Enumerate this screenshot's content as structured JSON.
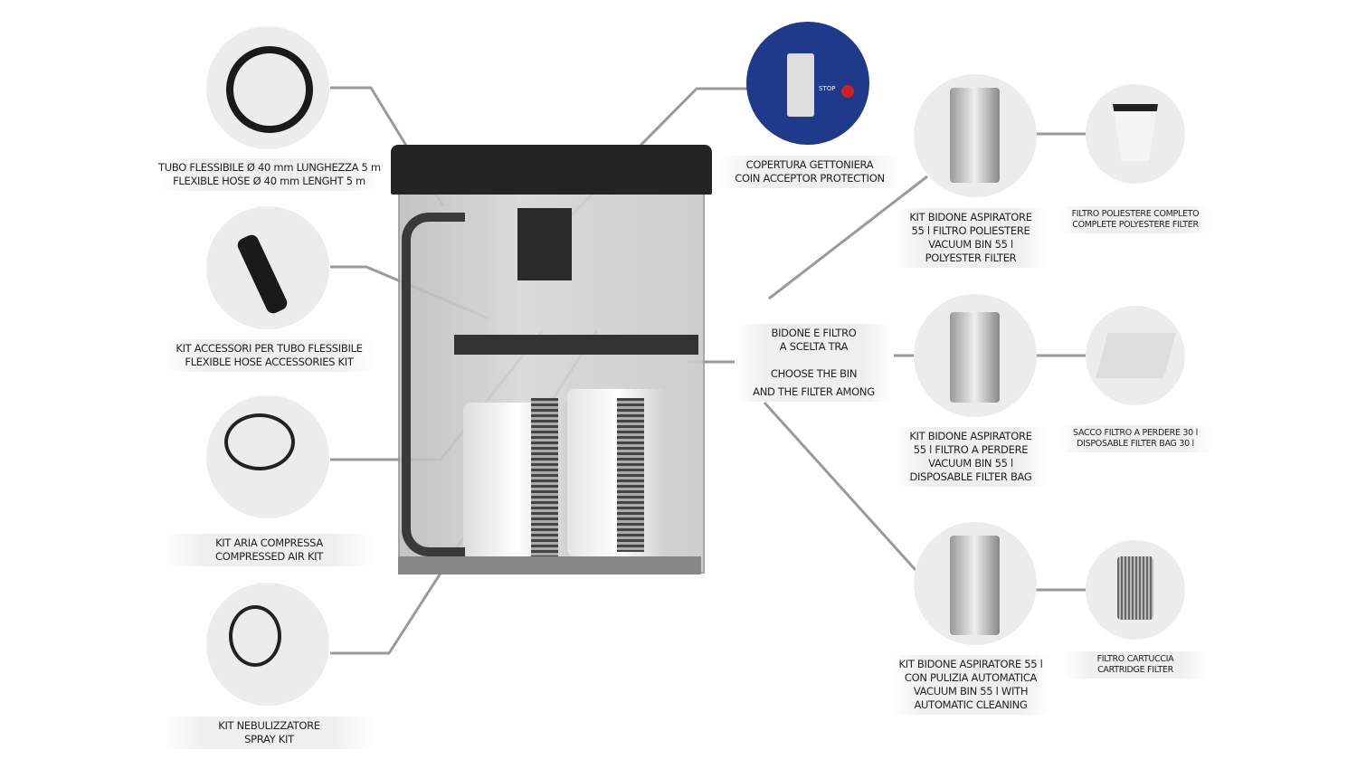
{
  "left_items": [
    {
      "line1": "TUBO FLESSIBILE Ø 40 mm LUNGHEZZA 5 m",
      "line2": "FLEXIBLE HOSE Ø 40 mm LENGHT 5 m"
    },
    {
      "line1": "KIT ACCESSORI PER TUBO FLESSIBILE",
      "line2": "FLEXIBLE HOSE ACCESSORIES KIT"
    },
    {
      "line1": "KIT ARIA COMPRESSA",
      "line2": "COMPRESSED AIR KIT"
    },
    {
      "line1": "KIT NEBULIZZATORE",
      "line2": "SPRAY KIT"
    }
  ],
  "coin": {
    "line1": "COPERTURA GETTONIERA",
    "line2": "COIN ACCEPTOR PROTECTION",
    "stop_text": "STOP"
  },
  "choose": {
    "line1": "BIDONE E FILTRO",
    "line2": "A SCELTA TRA",
    "line3": "CHOOSE THE BIN",
    "line4": "AND THE FILTER AMONG"
  },
  "bins": [
    {
      "lines": [
        "KIT BIDONE ASPIRATORE",
        "55 l FILTRO POLIESTERE",
        "VACUUM BIN 55 l",
        "POLYESTER FILTER"
      ]
    },
    {
      "lines": [
        "KIT BIDONE ASPIRATORE",
        "55 l FILTRO A PERDERE",
        "VACUUM BIN 55 l",
        "DISPOSABLE FILTER BAG"
      ]
    },
    {
      "lines": [
        "KIT BIDONE ASPIRATORE 55 l",
        "CON PULIZIA AUTOMATICA",
        "VACUUM BIN 55 l WITH",
        "AUTOMATIC CLEANING"
      ]
    }
  ],
  "filters": [
    {
      "line1": "FILTRO POLIESTERE COMPLETO",
      "line2": "COMPLETE POLYESTERE FILTER"
    },
    {
      "line1": "SACCO FILTRO A PERDERE 30 l",
      "line2": "DISPOSABLE FILTER BAG 30 l"
    },
    {
      "line1": "FILTRO CARTUCCIA",
      "line2": "CARTRIDGE FILTER"
    }
  ],
  "colors": {
    "line": "#999999",
    "circle": "#ececec",
    "panel": "#1f3a8a",
    "top": "#222222"
  }
}
